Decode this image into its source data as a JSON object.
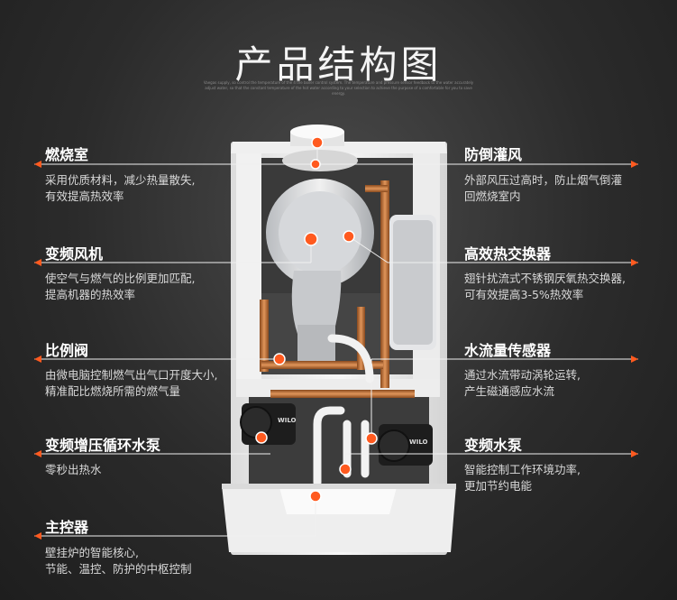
{
  "title": "产品结构图",
  "subtitle": "Vaegas supply, so control the temperature of the 4 the boiler control system. The temperature and pressure sensor feedback to the water accurately adjust water, so that the constant temperature of the hot water according to your selection to achieve the purpose of a comfortable for you to save energy.",
  "left": [
    {
      "label": "燃烧室",
      "desc": [
        "采用优质材料，减少热量散失,",
        "有效提高热效率"
      ]
    },
    {
      "label": "变频风机",
      "desc": [
        "使空气与燃气的比例更加匹配,",
        "提高机器的热效率"
      ]
    },
    {
      "label": "比例阀",
      "desc": [
        "由微电脑控制燃气出气口开度大小,",
        "精准配比燃烧所需的燃气量"
      ]
    },
    {
      "label": "变频增压循环水泵",
      "desc": [
        "零秒出热水"
      ]
    },
    {
      "label": "主控器",
      "desc": [
        "壁挂炉的智能核心,",
        "节能、温控、防护的中枢控制"
      ]
    }
  ],
  "right": [
    {
      "label": "防倒灌风",
      "desc": [
        "外部风压过高时，防止烟气倒灌",
        "回燃烧室内"
      ]
    },
    {
      "label": "高效热交换器",
      "desc": [
        "翅针扰流式不锈钢厌氧热交换器,",
        "可有效提高3-5%热效率"
      ]
    },
    {
      "label": "水流量传感器",
      "desc": [
        "通过水流带动涡轮运转,",
        "产生磁通感应水流"
      ]
    },
    {
      "label": "变频水泵",
      "desc": [
        "智能控制工作环境功率,",
        "更加节约电能"
      ]
    }
  ],
  "pump_brand": "WILO",
  "colors": {
    "accent": "#ff5a1f",
    "line": "#e8e8e8"
  }
}
